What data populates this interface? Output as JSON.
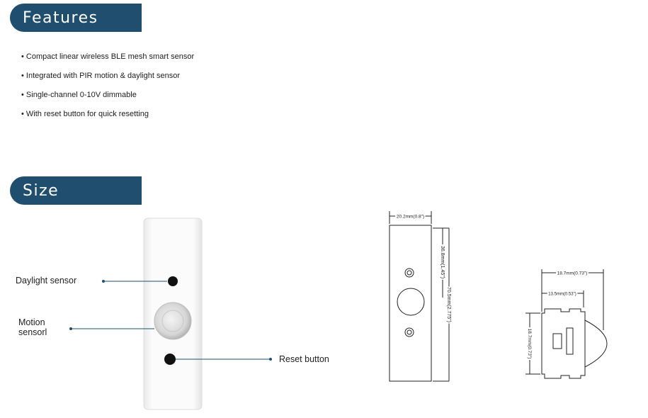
{
  "features": {
    "heading": "Features",
    "items": [
      "Compact linear wireless BLE mesh smart sensor",
      "Integrated with PIR motion & daylight sensor",
      "Single-channel 0-10V dimmable",
      "With reset button for quick resetting"
    ]
  },
  "size": {
    "heading": "Size",
    "callouts": {
      "daylight": "Daylight sensor",
      "motion_line1": "Motion",
      "motion_line2": "sensorl",
      "reset": "Reset button"
    },
    "front_dims": {
      "width": "20.2mm(0.8\")",
      "upper_height": "36.8mm(1.45\")",
      "total_height": "70.5mm(2.775\")"
    },
    "side_dims": {
      "top_width": "18.7mm(0.73\")",
      "inner_width": "13.5mm(0.53\")",
      "height": "18.7mm(0.73\")"
    }
  },
  "colors": {
    "banner": "#1f4e6e",
    "callout_line": "#1f4e6e"
  }
}
